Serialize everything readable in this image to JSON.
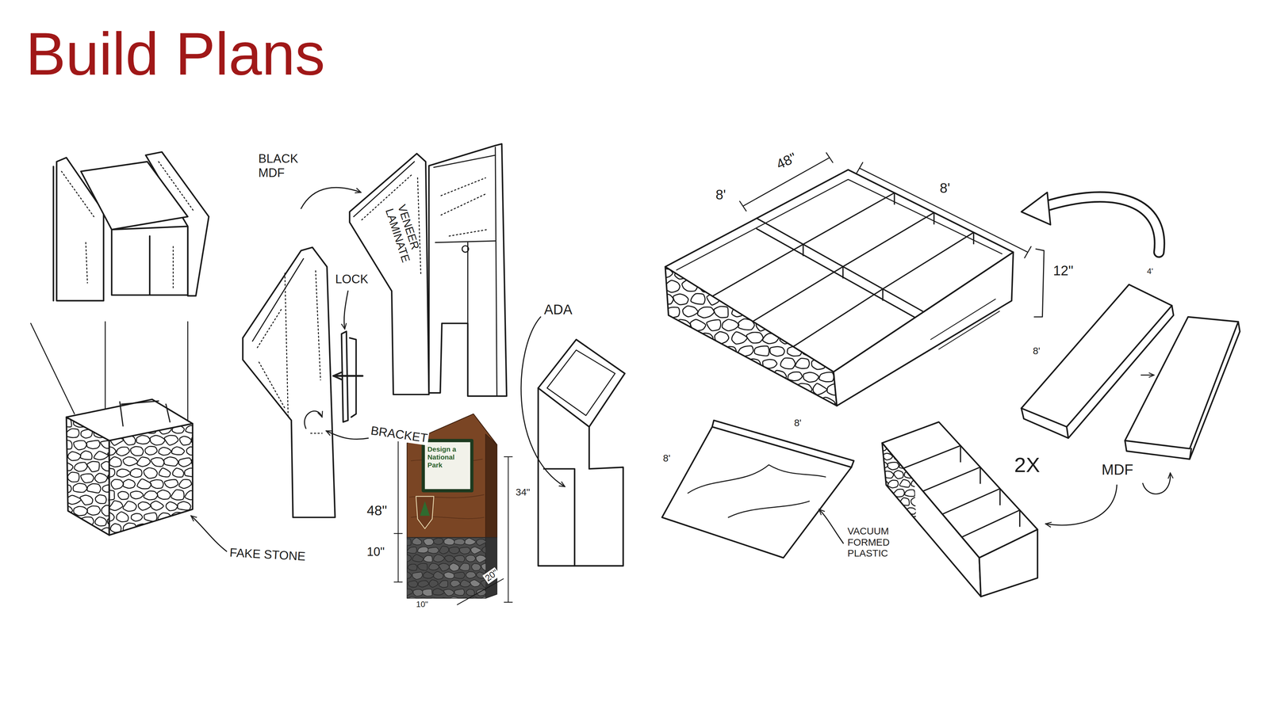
{
  "diagram": {
    "title": "Build Plans",
    "labels": [
      "BLACK MDF",
      "VENEER LAMINATE",
      "LOCK",
      "BRACKET",
      "FAKE STONE",
      "ADA",
      "Design a National Park",
      "48\"",
      "10\"",
      "34\"",
      "20\"",
      "10\"",
      "48\"",
      "8'",
      "8'",
      "12\"",
      "4'",
      "8'",
      "8'",
      "8'",
      "2X",
      "MDF",
      "VACUUM FORMED PLASTIC"
    ]
  }
}
